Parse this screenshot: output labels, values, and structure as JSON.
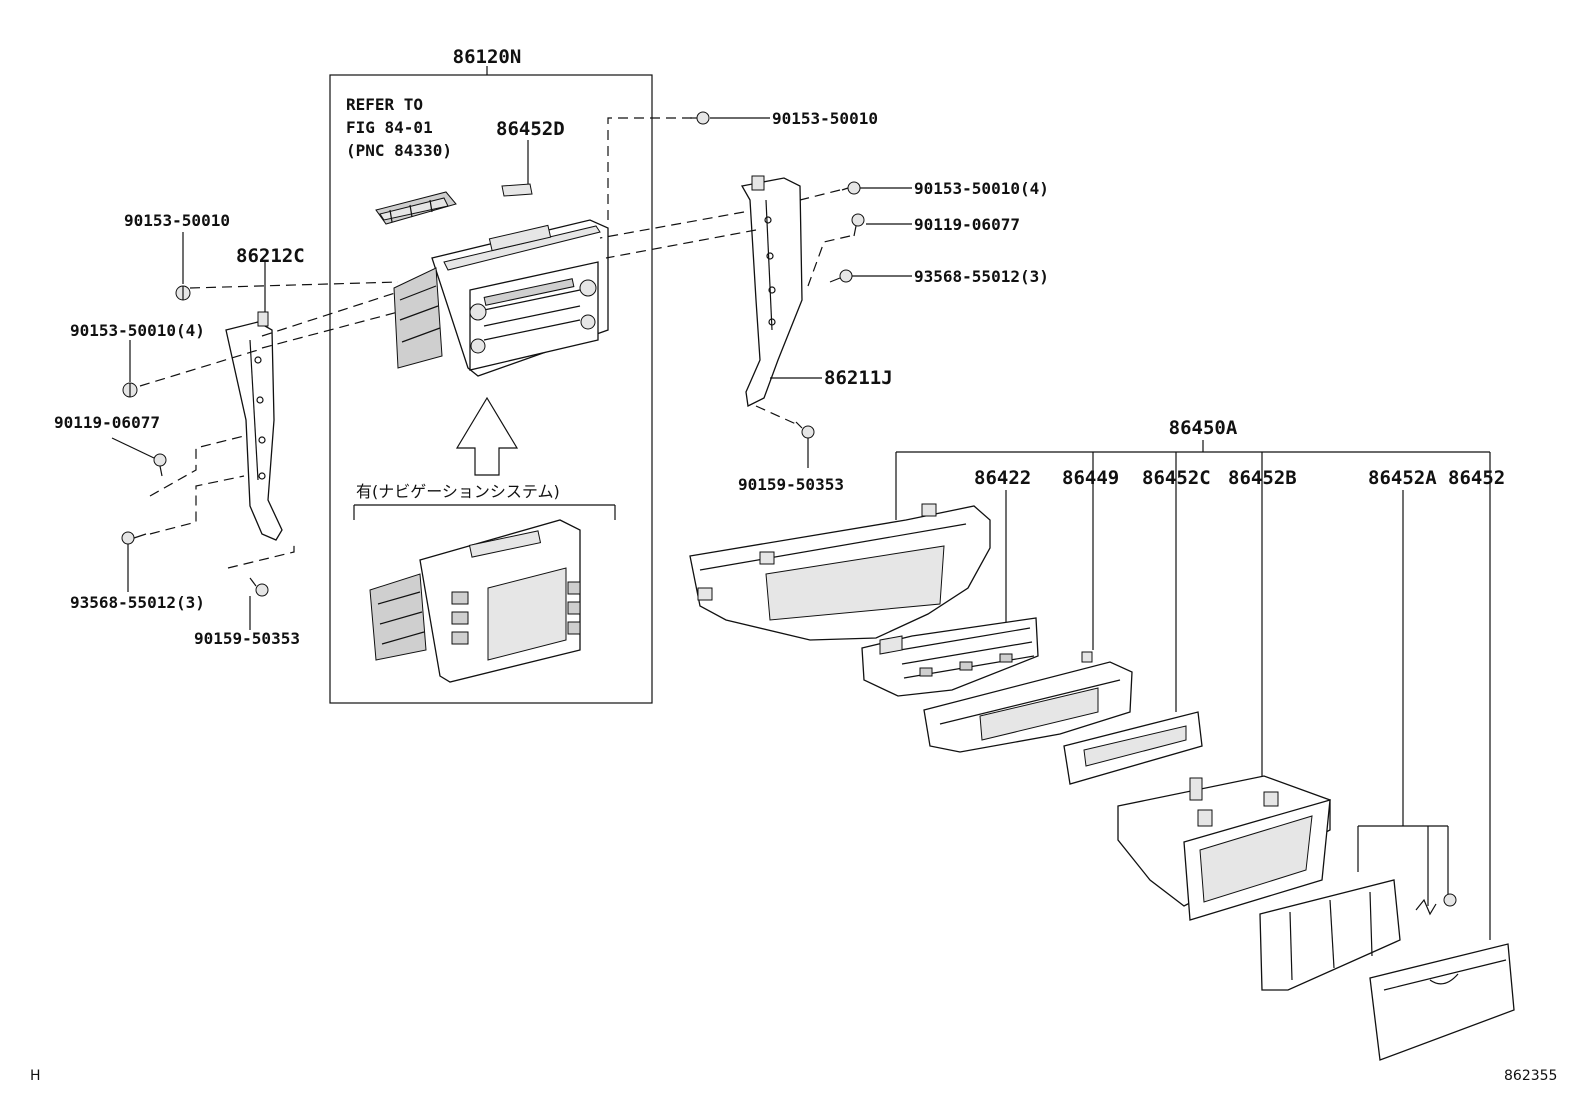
{
  "diagram": {
    "callouts": {
      "assembly_main": "86120N",
      "refer_line1": "REFER TO",
      "refer_line2": "FIG 84-01",
      "refer_line3": "(PNC 84330)",
      "label_86452D": "86452D",
      "screw_top": "90153-50010",
      "screw_right_4": "90153-50010(4)",
      "bolt_right": "90119-06077",
      "screw_right_3": "93568-55012(3)",
      "bracket_right": "86211J",
      "screw_right_bottom": "90159-50353",
      "screw_left_top": "90153-50010",
      "bracket_left": "86212C",
      "screw_left_4": "90153-50010(4)",
      "bolt_left": "90119-06077",
      "screw_left_3": "93568-55012(3)",
      "screw_left_bottom": "90159-50353",
      "nav_variant": "有(ナビゲーションシステム)",
      "panel_assembly": "86450A",
      "p86422": "86422",
      "p86449": "86449",
      "p86452C": "86452C",
      "p86452B": "86452B",
      "p86452A": "86452A",
      "p86452": "86452"
    },
    "corner_left": "H",
    "corner_right": "862355"
  }
}
